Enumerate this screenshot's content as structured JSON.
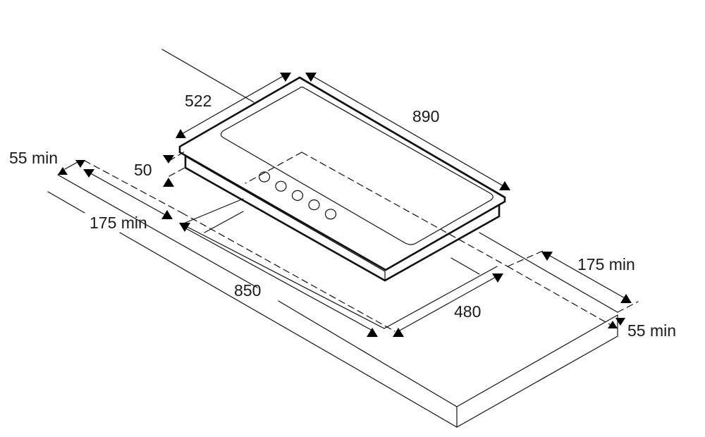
{
  "diagram": {
    "dimensions": {
      "hob_depth": "522",
      "hob_width": "890",
      "hob_height": "50",
      "clearance_back_left": "55 min",
      "clearance_left": "175 min",
      "cutout_width": "850",
      "cutout_depth": "480",
      "clearance_right": "175 min",
      "clearance_back_right": "55 min"
    },
    "knob_count": 5,
    "colors": {
      "line": "#111111",
      "background": "#ffffff"
    }
  }
}
